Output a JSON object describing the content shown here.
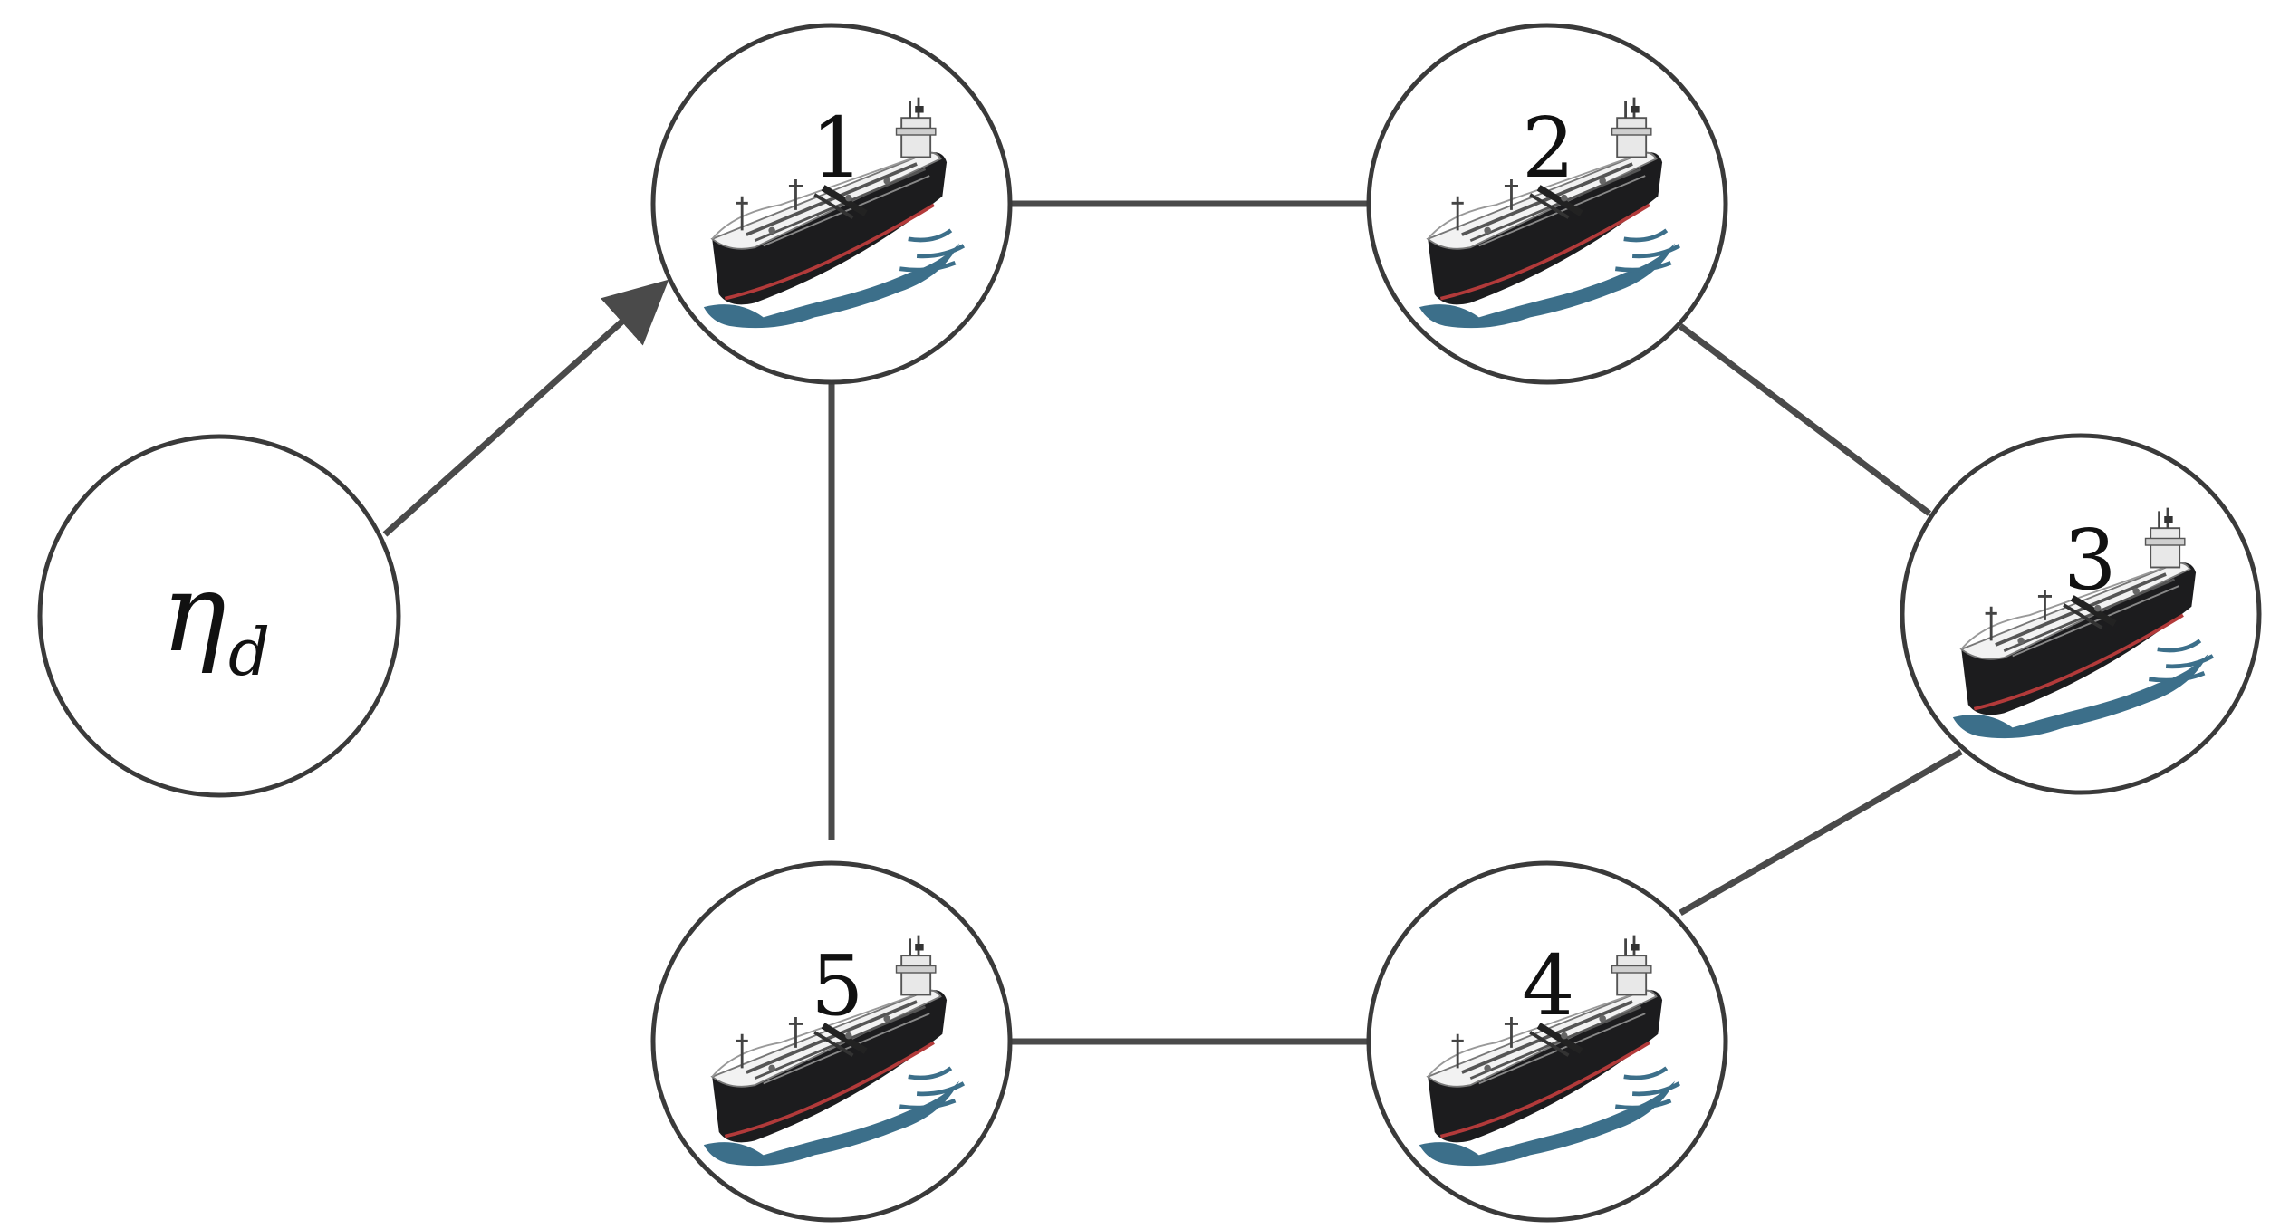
{
  "reference_node": {
    "symbol": "η",
    "subscript": "d"
  },
  "ship_nodes": [
    {
      "id": "1",
      "label": "1"
    },
    {
      "id": "2",
      "label": "2"
    },
    {
      "id": "3",
      "label": "3"
    },
    {
      "id": "4",
      "label": "4"
    },
    {
      "id": "5",
      "label": "5"
    }
  ],
  "edges": [
    {
      "from": "η_d",
      "to": "1",
      "directed": true
    },
    {
      "from": "1",
      "to": "2",
      "directed": false
    },
    {
      "from": "2",
      "to": "3",
      "directed": false
    },
    {
      "from": "3",
      "to": "4",
      "directed": false
    },
    {
      "from": "4",
      "to": "5",
      "directed": false
    },
    {
      "from": "5",
      "to": "1",
      "directed": false
    }
  ],
  "node_icon": "oil-tanker-ship-icon",
  "colors": {
    "stroke": "#3a3a3a",
    "edge": "#4a4a4a",
    "hull": "#1c1c1e",
    "deck": "#f2f2f2",
    "water": "#3c6f8a"
  }
}
